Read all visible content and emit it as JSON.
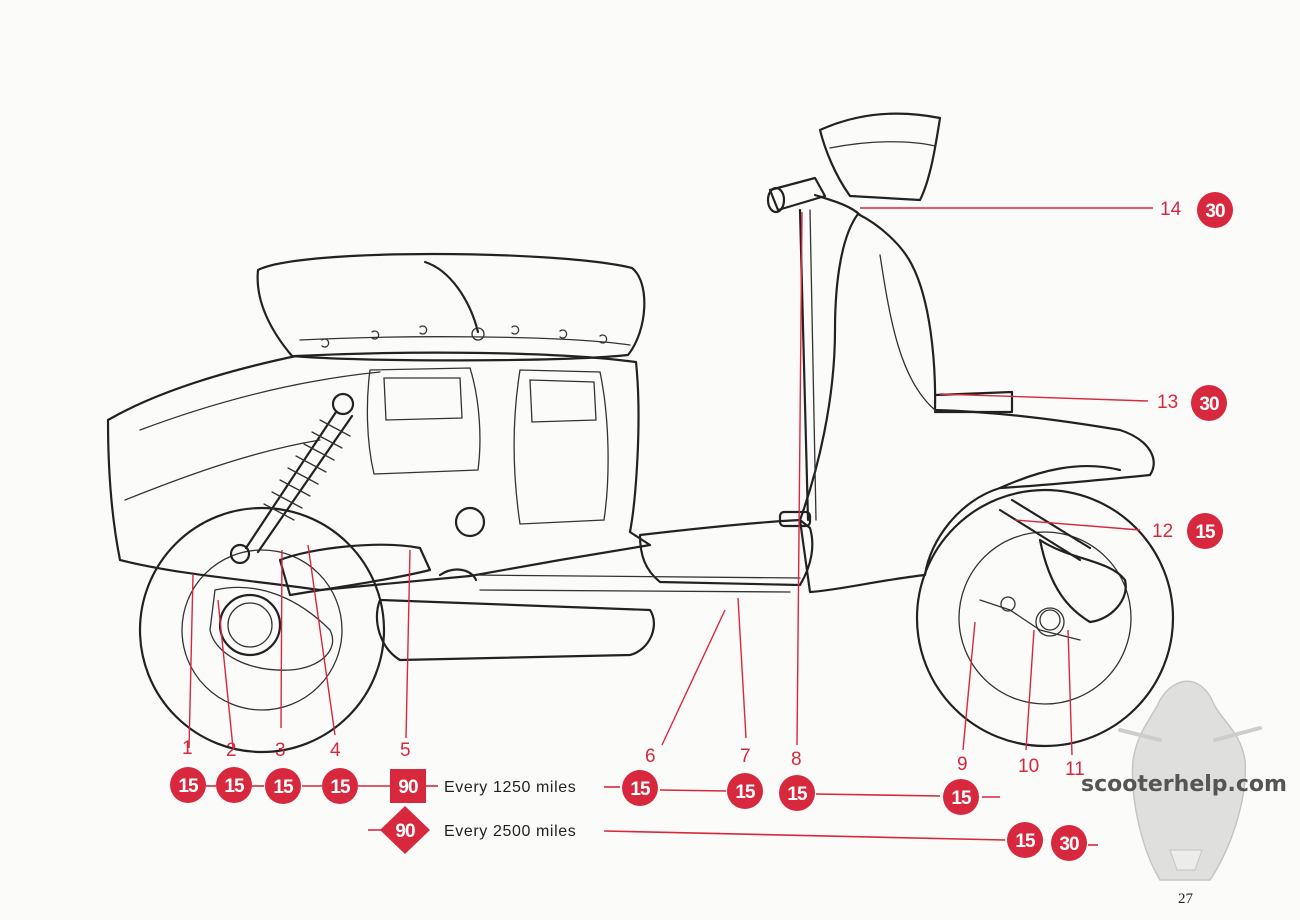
{
  "interval_note_1": "Every 1250 miles",
  "interval_note_2": "Every 2500 miles",
  "site": "scooterhelp.com",
  "page_number": "27",
  "colors": {
    "accent": "#d8283e",
    "ink": "#222222"
  },
  "points": [
    {
      "id": "1",
      "label": "1",
      "badge": "15"
    },
    {
      "id": "2",
      "label": "2",
      "badge": "15"
    },
    {
      "id": "3",
      "label": "3",
      "badge": "15"
    },
    {
      "id": "4",
      "label": "4",
      "badge": "15"
    },
    {
      "id": "5",
      "label": "5",
      "badge": "90"
    },
    {
      "id": "6",
      "label": "6",
      "badge": "15"
    },
    {
      "id": "7",
      "label": "7",
      "badge": "15"
    },
    {
      "id": "8",
      "label": "8",
      "badge": "15"
    },
    {
      "id": "9",
      "label": "9",
      "badge": "15"
    },
    {
      "id": "10",
      "label": "10",
      "badge": "15"
    },
    {
      "id": "11",
      "label": "11",
      "badge": "30"
    },
    {
      "id": "12",
      "label": "12",
      "badge": "15"
    },
    {
      "id": "13",
      "label": "13",
      "badge": "30"
    },
    {
      "id": "14",
      "label": "14",
      "badge": "30"
    }
  ],
  "extra_badges": [
    {
      "id": "diamond",
      "badge": "90",
      "shape": "diamond"
    }
  ]
}
